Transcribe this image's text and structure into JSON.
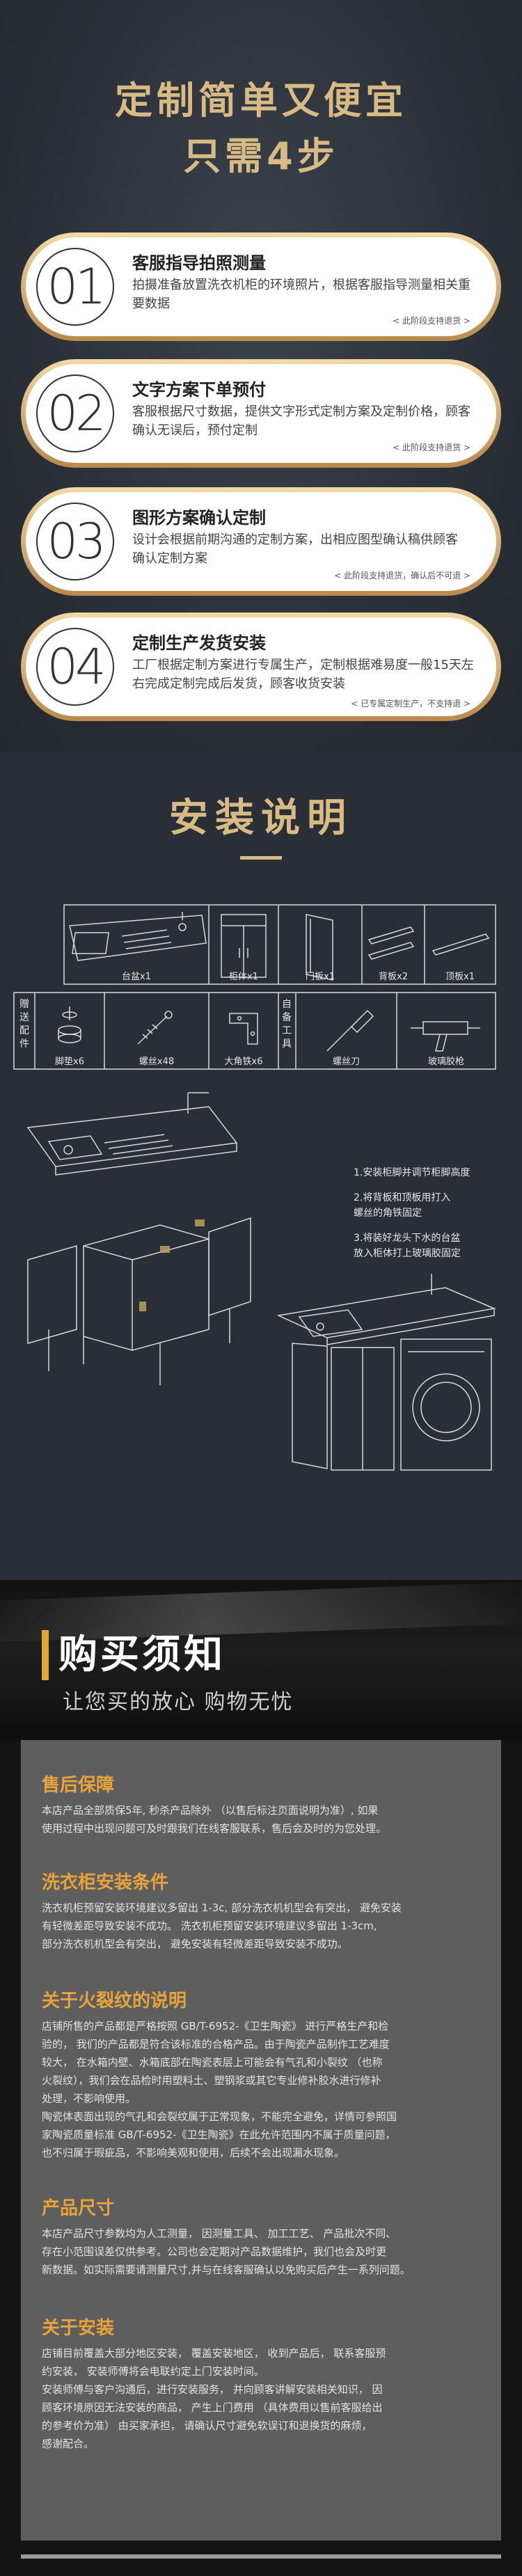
{
  "header": {
    "title_line1": "定制简单又便宜",
    "title_line2": "只需4步"
  },
  "steps": [
    {
      "number": "01",
      "title": "客服指导拍照测量",
      "description": "拍摄准备放置洗衣机柜的环境照片，根据客服指导测量相关重要数据",
      "note": "< 此阶段支持退货 >"
    },
    {
      "number": "02",
      "title": "文字方案下单预付",
      "description": "客服根据尺寸数据，提供文字形式定制方案及定制价格，顾客确认无误后，预付定制",
      "note": "< 此阶段支持退货 >"
    },
    {
      "number": "03",
      "title": "图形方案确认定制",
      "description": "设计会根据前期沟通的定制方案，出相应图型确认稿供顾客确认定制方案",
      "note": "< 此阶段支持退货，确认后不可退 >"
    },
    {
      "number": "04",
      "title": "定制生产发货安装",
      "description": "工厂根据定制方案进行专属生产，定制根据难易度一般15天左右完成定制完成后发货，顾客收货安装",
      "note": "< 已专属定制生产，不支持退 >"
    }
  ],
  "install": {
    "title": "安装说明",
    "parts": [
      "台盆x1",
      "柜体x1",
      "门板x1",
      "背板x2",
      "顶板x1"
    ],
    "gift_label": "赠送配件",
    "self_label": "自备工具",
    "accessories": [
      "脚垫x6",
      "螺丝x48",
      "大角铁x6"
    ],
    "tools": [
      "螺丝刀",
      "玻璃胶枪"
    ],
    "instructions": [
      "1.安装柜脚并调节柜脚高度",
      "2.将背板和顶板用打入",
      "螺丝的角铁固定",
      "3.将装好龙头下水的台盆",
      "放入柜体打上玻璃胶固定"
    ]
  },
  "banner": {
    "title": "购买须知",
    "subtitle": "让您买的放心 购物无忧"
  },
  "notes": [
    {
      "title": "售后保障",
      "lines": [
        "本店产品全部质保5年, 秒杀产品除外 （以售后标注页面说明为准）, 如果",
        "使用过程中出现问题可及时跟我们在线客服联系，售后会及时的为您处理。"
      ]
    },
    {
      "title": "洗衣柜安装条件",
      "lines": [
        "洗衣机柜预留安装环境建议多留出 1-3c, 部分洗衣机机型会有突出，  避免安装",
        "有轻微差距导致安装不成功。 洗衣机柜预留安装环境建议多留出 1-3cm,",
        "部分洗衣机机型会有突出，  避免安装有轻微差距导致安装不成功。"
      ]
    },
    {
      "title": "关于火裂纹的说明",
      "lines": [
        "店铺所售的产品都是严格按照 GB/T-6952-《卫生陶瓷》 进行严格生产和检",
        "验的，  我们的产品都是符合该标准的合格产品。由于陶瓷产品制作工艺难度",
        "较大，  在水箱内壁、水箱底部在陶瓷表层上可能会有气孔和小裂纹  （也称",
        "火裂纹），我们会在品检时用塑料土、塑钢浆或其它专业修补胶水进行修补",
        "处理，不影响使用。",
        "陶瓷体表面出现的气孔和会裂纹属于正常现象，不能完全避免，详情可参照国",
        "家陶瓷质量标准 GB/T-6952-《卫生陶瓷》在此允许范围内不属于质量问题，",
        "也不归属于瑕疵品，不影响美观和使用，后续不会出现漏水现象。"
      ]
    },
    {
      "title": "产品尺寸",
      "lines": [
        "本店产品尺寸参数均为人工测量，  因测量工具、  加工工艺、  产品批次不同、",
        "存在小范围误差仅供参考。公司也会定期对产品数据维护，我们也会及时更",
        "新数据。如实际需要请测量尺寸,并与在线客服确认以免购买后产生一系列问题。"
      ]
    },
    {
      "title": "关于安装",
      "lines": [
        "店铺目前覆盖大部分地区安装，  覆盖安装地区，  收到产品后，  联系客服预",
        "约安装，  安装师傅将会电联约定上门安装时间。",
        "安装师傅与客户沟通后，进行安装服务，  并向顾客讲解安装相关知识，  因",
        "顾客环境原因无法安装的商品，  产生上门费用  （具体费用以售前客服给出",
        "的参考价为准）  由买家承担，  请确认尺寸避免软误订和退换货的麻烦，",
        "感谢配合。"
      ]
    }
  ]
}
